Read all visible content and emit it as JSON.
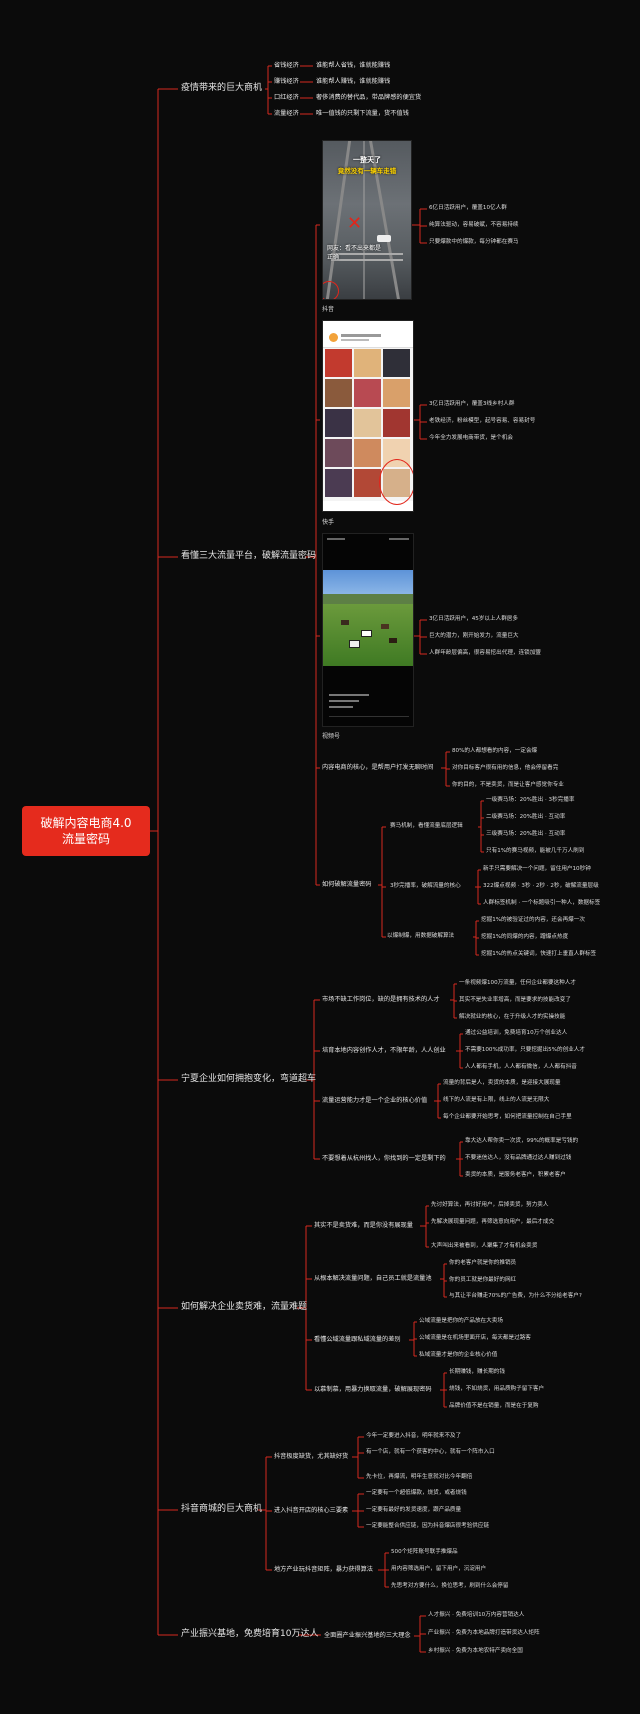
{
  "root": "破解内容电商4.0\n流量密码",
  "branches": {
    "b1": {
      "label": "疫情带来的巨大商机",
      "items": [
        {
          "k": "省钱经济",
          "v": "谁能帮人省钱，谁就能赚钱"
        },
        {
          "k": "赚钱经济",
          "v": "谁能帮人赚钱，谁就能赚钱"
        },
        {
          "k": "口红经济",
          "v": "奢侈消费的替代品，带品牌感的便宜货"
        },
        {
          "k": "流量经济",
          "v": "唯一值钱的只剩下流量，货不值钱"
        }
      ]
    },
    "b2": {
      "label": "看懂三大流量平台，破解流量密码",
      "douyin": {
        "caption": "抖音",
        "banner1": "一整天了",
        "banner2": "竟然没有一辆车走错",
        "mid_text": "网友：看不出来都是\n正确",
        "points": [
          "6亿日活跃用户，覆盖10亿人群",
          "纯算法驱动，容易破赋，不容易持续",
          "只要爆款中的爆款，每分钟都在赛马"
        ]
      },
      "kuaishou": {
        "caption": "快手",
        "points": [
          "3亿日活跃用户，覆盖3线乡村人群",
          "老铁经济，粉丝模型，起号容易、容易封号",
          "今年全力发展电商带货，是个机会"
        ]
      },
      "shipinhao": {
        "caption": "视频号",
        "points": [
          "3亿日活跃用户，45岁以上人群居多",
          "巨大的潜力，刚开始发力，流量巨大",
          "人群年龄层偏高，很容易挖出代理，连锁加盟"
        ]
      },
      "core": {
        "label": "内容电商的核心，是帮用户打发无聊时间",
        "items": [
          "80%的人都想看的内容，一定会爆",
          "对你目标客户很有用的信息，他会停留看完",
          "你的目的，不是卖货，而是让客户感觉你专业"
        ]
      },
      "crack": {
        "label": "如何破解流量密码",
        "race": {
          "label": "赛马机制，看懂流量底层逻辑",
          "items": [
            "一级赛马场：20%胜出 · 3秒完播率",
            "二级赛马场：20%胜出 · 互动率",
            "三级赛马场：20%胜出 · 互动率",
            "只有1%的赛马视频，能被几千万人刷到"
          ]
        },
        "complete": {
          "label": "3秒完播率，破解流量的核心",
          "items": [
            "新手只需要解决一个问题，留住用户10秒钟",
            "322爆点视频 · 3秒 · 2秒 · 2秒，破解流量层级",
            "人群标签机制 · 一个标题吸引一种人，数据标签"
          ]
        },
        "replicate": {
          "label": "以爆制爆，用数据破解算法",
          "items": [
            "挖掘1%的被验证过的内容，还会再爆一次",
            "挖掘1%的同爆的内容，蹭爆点热度",
            "挖掘1%的热点关键词，快速打上垂直人群标签"
          ]
        }
      }
    },
    "b3": {
      "label": "宁夏企业如何拥抱变化，弯道超车",
      "groups": [
        {
          "label": "市场不缺工作岗位，缺的是拥有技术的人才",
          "items": [
            "一条视频爆100万流量，任何企业都要这种人才",
            "其实不是失业率增高，而是要求的技能改变了",
            "解决就业的核心，在于升级人才的实操技能"
          ]
        },
        {
          "label": "培育本地内容创作人才，不限年龄，人人创业",
          "items": [
            "通过公益培训，免费培育10万个创业达人",
            "不需要100%成功率，只要挖掘出5%的创业人才",
            "人人都有手机，人人都有微信，人人都有抖音"
          ]
        },
        {
          "label": "流量运营能力才是一个企业的核心价值",
          "items": [
            "流量的背后是人，卖货的本质，是迎接大展现量",
            "线下的人流是有上限，线上的人流是无限大",
            "每个企业都要开始思考，如何把流量控制在自己手里"
          ]
        },
        {
          "label": "不要想着从杭州找人，你找到的一定是剩下的",
          "items": [
            "靠大达人帮你卖一次货，99%的概率是亏钱的",
            "不要迷信达人，没有品牌通过达人赚到过钱",
            "卖货的本质，是服务老客户，积累老客户"
          ]
        }
      ]
    },
    "b4": {
      "label": "如何解决企业卖货难，流量难题",
      "groups": [
        {
          "label": "其实不是卖货难，而是你没有展现量",
          "items": [
            "先讨好算法，再讨好用户，后掉卖货，努力卖人",
            "先解决展现量问题，再筛选意向用户，最后才成交",
            "大声叫出来被看到，人聚集了才有机会卖货"
          ]
        },
        {
          "label": "从根本解决流量问题，自己员工就是流量池",
          "items": [
            "你的老客户就是你的推销员",
            "你的员工就是你最好的网红",
            "与其让平台赚走70%的广告费，为什么不分给老客户?"
          ]
        },
        {
          "label": "看懂公域流量跟私域流量的差别",
          "items": [
            "公域流量是把你的产品放在大卖场",
            "公域流量是在机场里面开店，每天都是过路客",
            "私域流量才是你的企业核心价值"
          ]
        },
        {
          "label": "以慕制慕，用暴力换取流量，破解展现密码",
          "items": [
            "长期赚钱，赚长期的钱",
            "烧钱，不如烧货，用品质购子留下客户",
            "品牌价值不是在销量，而是在于复购"
          ]
        }
      ]
    },
    "b5": {
      "label": "抖音商城的巨大商机",
      "groups": [
        {
          "label": "抖音极度缺货，尤其缺好货",
          "items": [
            "今年一定要进入抖音，明年就来不及了",
            "有一个店，就有一个获客的中心，就有一个阵市入口",
            "先卡位，再爆流，明年生意就对比今年翻倍"
          ]
        },
        {
          "label": "进入抖音开店的核心三要素",
          "items": [
            "一定要有一个超低爆款，烧货，或者烧钱",
            "一定要有最好的发货速度，跟产品质量",
            "一定要能整合供应链，因为抖音爆店很考验供应链"
          ]
        },
        {
          "label": "地方产业玩抖音矩阵，暴力获得算法",
          "items": [
            "500个矩阵账号联手推爆品",
            "用内容筛选用户，留下用户，沉淀用户",
            "先思考对方要什么，换位思考，刷到什么会停留"
          ]
        }
      ]
    },
    "b6": {
      "label": "产业振兴基地，免费培育10万达人",
      "group": {
        "label": "全面圈产业振兴基地的三大理念",
        "items": [
          "人才振兴 · 免费培训10万内容营销达人",
          "产业振兴 · 免费为本地品牌打造带货达人矩阵",
          "乡村振兴 · 免费为本地农特产卖向全国"
        ]
      }
    }
  },
  "colors": {
    "line": "#d62a1f",
    "root": "#e52b1d",
    "bg": "#0b0b0b"
  }
}
